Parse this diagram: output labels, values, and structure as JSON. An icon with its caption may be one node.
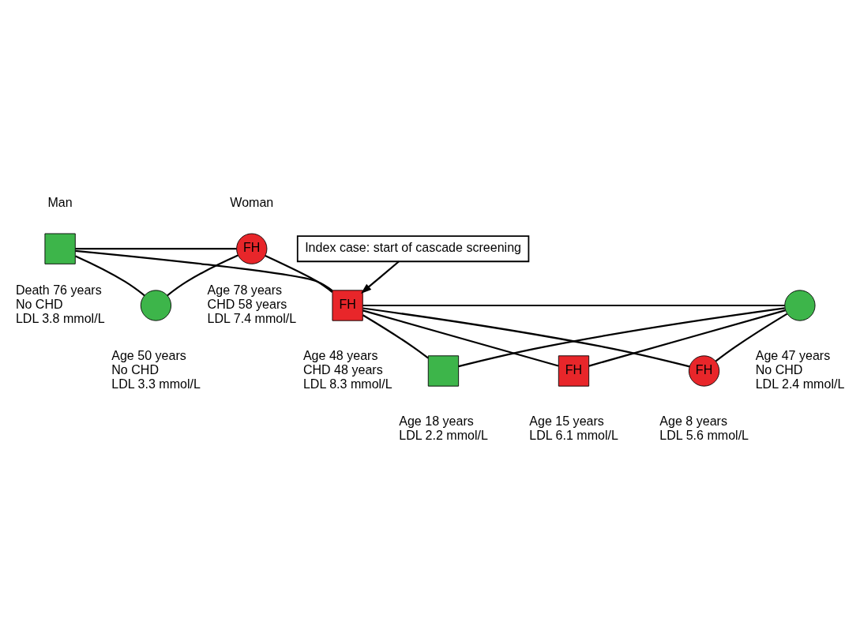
{
  "diagram": {
    "nodes": [
      {
        "text": [],
        "shape": "box",
        "beside": [
          "Man",
          "Death 76 years No CHD LDL 3.8 mmol/L"
        ]
      },
      {
        "text": [
          "FH"
        ],
        "beside": [
          "Woman",
          "Age 78 years CHD 58 years LDL 7.4 mmol/L"
        ]
      },
      {
        "text": [
          "Index case: start of cascade screening"
        ]
      },
      {
        "text": [],
        "shape": "circle",
        "beside": [
          "Age 50 years No CHD LDL 3.3 mmol/L"
        ]
      },
      {
        "text": [
          "FH"
        ],
        "beside": [
          "Age 48 years CHD 48 years LDL 8.3 mmol/L"
        ]
      },
      {
        "text": [],
        "shape": "circle",
        "beside": [
          "Age 47 years No CHD LDL 2.4 mmol/L"
        ]
      },
      {
        "text": [],
        "shape": "box",
        "beside": [
          "Age 18 years LDL 2.2 mmol/L"
        ]
      },
      {
        "text": [
          "FH"
        ],
        "beside": [
          "Age 15 years LDL 6.1 mmol/L"
        ]
      },
      {
        "text": [
          "FH"
        ],
        "beside": [
          "Age 8 years LDL 5.6 mmol/L"
        ]
      }
    ],
    "edges": [
      {
        "from": 0,
        "to": 1,
        "arrow": "none"
      },
      {
        "from": 0,
        "to": 3,
        "arrow": "none"
      },
      {
        "from": 1,
        "to": 3,
        "arrow": "none"
      },
      {
        "from": 0,
        "to": 4,
        "arrow": "none"
      },
      {
        "from": 1,
        "to": 4,
        "arrow": "none"
      },
      {
        "from": 2,
        "to": 4,
        "arrow": "to"
      },
      {
        "from": 4,
        "to": 5,
        "arrow": "none"
      },
      {
        "from": 4,
        "to": 6,
        "arrow": "none"
      },
      {
        "from": 5,
        "to": 6,
        "arrow": "none"
      },
      {
        "from": 4,
        "to": 7,
        "arrow": "none"
      },
      {
        "from": 5,
        "to": 7,
        "arrow": "none"
      },
      {
        "from": 4,
        "to": 8,
        "arrow": "none"
      },
      {
        "from": 5,
        "to": 8,
        "arrow": "none"
      }
    ]
  }
}
